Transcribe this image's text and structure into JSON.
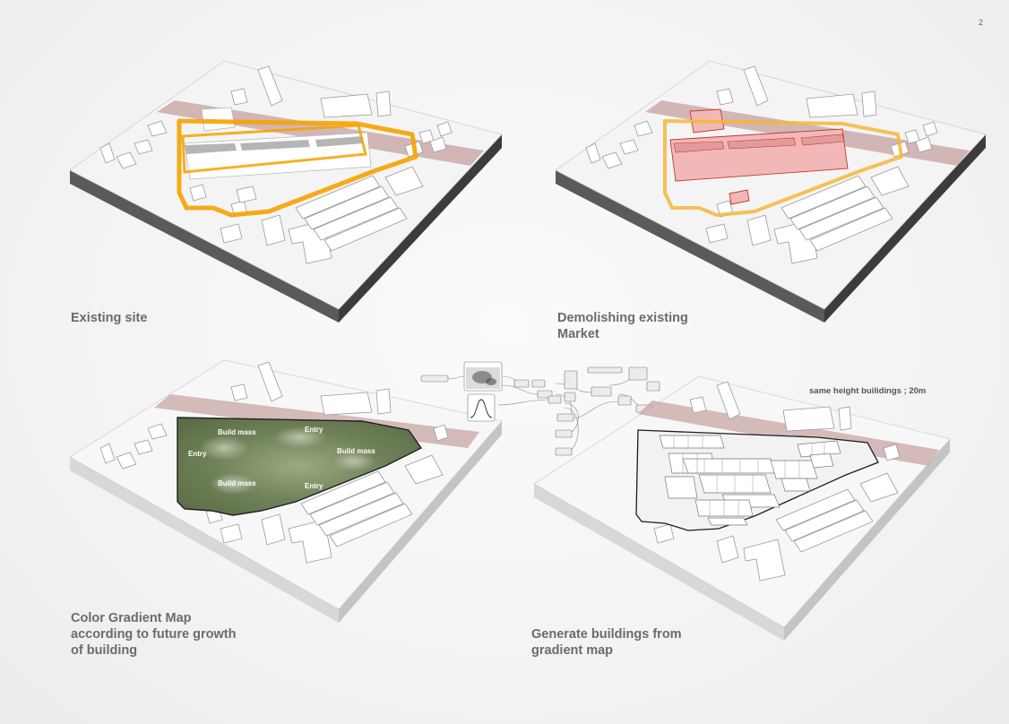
{
  "page": {
    "number": "2"
  },
  "panels": [
    {
      "id": "existing-site",
      "caption": "Existing site"
    },
    {
      "id": "demolishing-market",
      "caption": "Demolishing existing\nMarket"
    },
    {
      "id": "color-gradient-map",
      "caption": "Color Gradient Map\naccording to future growth\nof building",
      "zone_labels": [
        "Build mass",
        "Entry",
        "Build mass",
        "Entry",
        "Build mass",
        "Entry"
      ]
    },
    {
      "id": "generated-buildings",
      "caption": "Generate buildings  from\ngradient map",
      "note": "same height builidings ;  20m"
    }
  ],
  "colors": {
    "site_outline_existing": "#f5a200",
    "demolished_fill": "#f2b8b8",
    "demolished_stroke": "#c0392b",
    "gradient_zone": "#6e8059",
    "road": "#c9a6a6"
  }
}
